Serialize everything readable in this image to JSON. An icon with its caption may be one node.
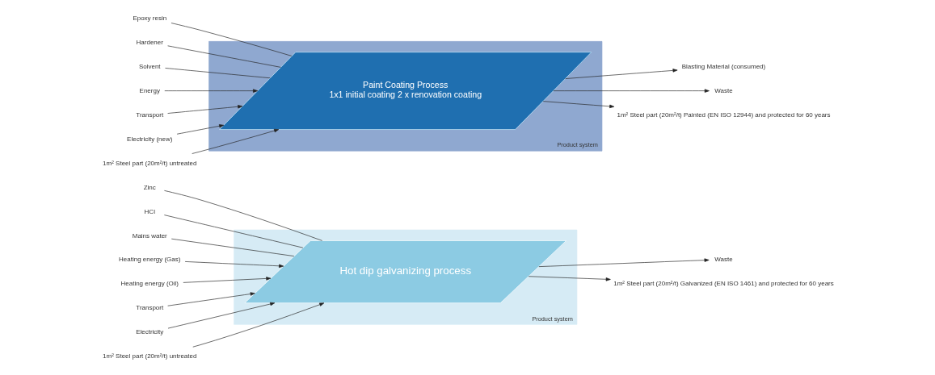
{
  "diagram": {
    "nodes": [
      {
        "text": [
          "Product system"
        ]
      },
      {
        "text": [
          "Hot dip galvanizing process"
        ],
        "in": 0
      },
      {
        "text": [
          "Zinc"
        ]
      },
      {
        "text": [
          "HCl"
        ]
      },
      {
        "text": [
          "Mains water"
        ]
      },
      {
        "text": [
          "Heating energy (Gas)"
        ]
      },
      {
        "text": [
          "Heating energy (Oil)"
        ]
      },
      {
        "text": [
          "Transport"
        ]
      },
      {
        "text": [
          "Electricity"
        ]
      },
      {
        "text": [
          "1m² Steel part (20m²/t) untreated"
        ]
      },
      {
        "text": [
          "Waste"
        ]
      },
      {
        "text": [
          "1m² Steel part (20m²/t) Galvanized (EN ISO 1461) and protected for 60 years"
        ]
      },
      {
        "text": [
          "Product system"
        ]
      },
      {
        "text": [
          "Paint Coating Process",
          "1x1 initial coating 2 x renovation coating"
        ],
        "in": 12
      },
      {
        "text": [
          "Epoxy resin"
        ]
      },
      {
        "text": [
          "Hardener"
        ]
      },
      {
        "text": [
          "Solvent"
        ]
      },
      {
        "text": [
          "Energy"
        ]
      },
      {
        "text": [
          "Transport"
        ]
      },
      {
        "text": [
          "Electricity (new)"
        ]
      },
      {
        "text": [
          "1m² Steel part (20m²/t) untreated"
        ]
      },
      {
        "text": [
          "Blasting Material (consumed)"
        ]
      },
      {
        "text": [
          "Waste"
        ]
      },
      {
        "text": [
          "1m² Steel part (20m²/t) Painted (EN ISO 12944) and protected for 60 years"
        ]
      }
    ],
    "edges": [
      {
        "from": 2,
        "to": 1,
        "arrow": "none"
      },
      {
        "from": 3,
        "to": 1,
        "arrow": "none"
      },
      {
        "from": 4,
        "to": 1,
        "arrow": "none"
      },
      {
        "from": 5,
        "to": 1,
        "arrow": "to"
      },
      {
        "from": 6,
        "to": 1,
        "arrow": "to"
      },
      {
        "from": 7,
        "to": 1,
        "arrow": "to"
      },
      {
        "from": 8,
        "to": 1,
        "arrow": "to"
      },
      {
        "from": 9,
        "to": 1,
        "arrow": "to"
      },
      {
        "from": 1,
        "to": 10,
        "arrow": "to"
      },
      {
        "from": 1,
        "to": 11,
        "arrow": "to"
      },
      {
        "from": 14,
        "to": 13,
        "arrow": "none"
      },
      {
        "from": 15,
        "to": 13,
        "arrow": "none"
      },
      {
        "from": 16,
        "to": 13,
        "arrow": "none"
      },
      {
        "from": 17,
        "to": 13,
        "arrow": "to"
      },
      {
        "from": 18,
        "to": 13,
        "arrow": "to"
      },
      {
        "from": 19,
        "to": 13,
        "arrow": "to"
      },
      {
        "from": 20,
        "to": 13,
        "arrow": "to"
      },
      {
        "from": 13,
        "to": 21,
        "arrow": "to"
      },
      {
        "from": 13,
        "to": 22,
        "arrow": "to"
      },
      {
        "from": 13,
        "to": 23,
        "arrow": "to"
      }
    ]
  }
}
